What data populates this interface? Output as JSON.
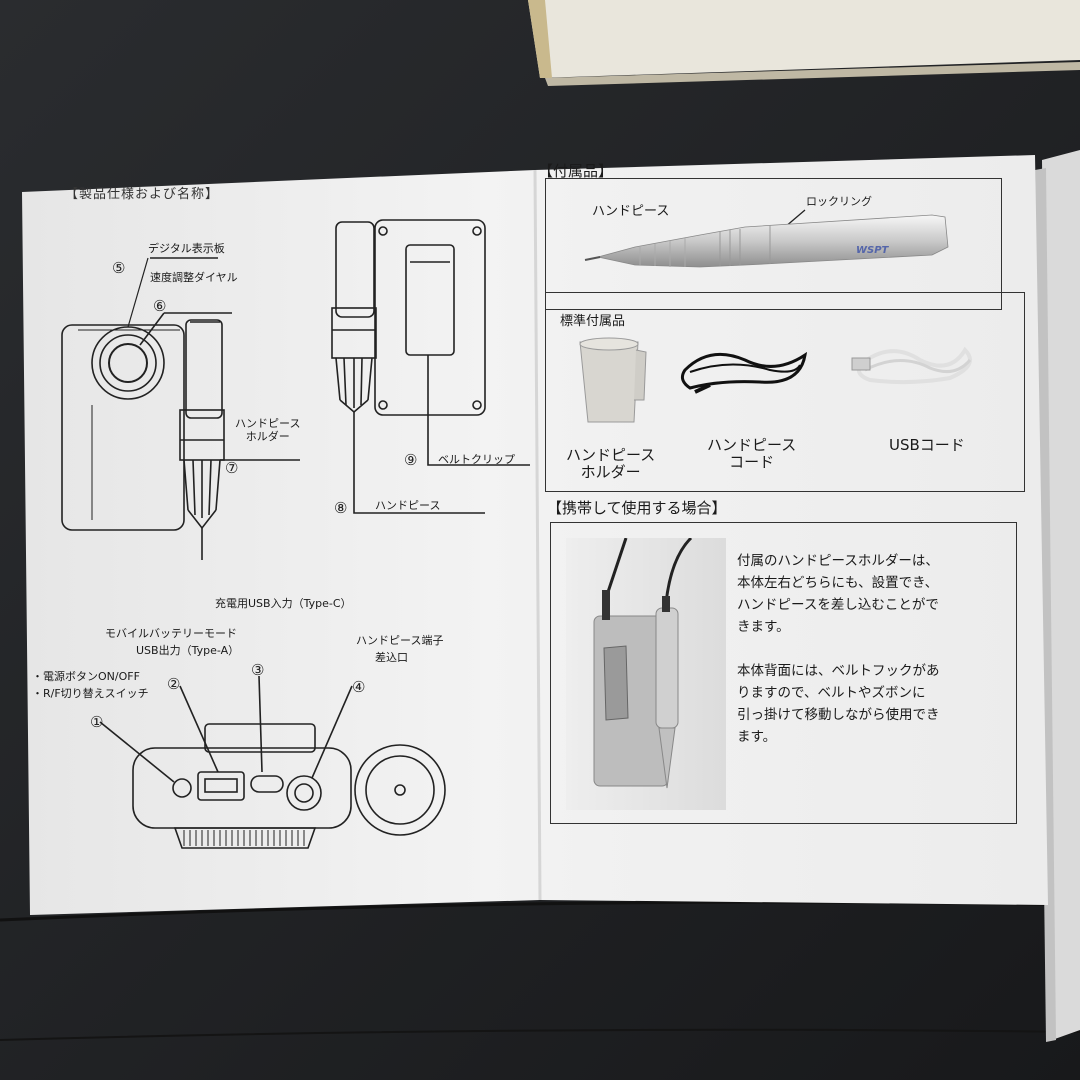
{
  "left_page": {
    "heading": "【製品仕様および名称】",
    "labels": {
      "digital_display": "デジタル表示板",
      "speed_dial": "速度調整ダイヤル",
      "handpiece_holder": "ハンドピース\nホルダー",
      "belt_clip": "ベルトクリップ",
      "handpiece": "ハンドピース",
      "charging_usb": "充電用USB入力（Type-C）",
      "mobile_battery_mode": "モバイルバッテリーモード",
      "usb_output": "USB出力（Type-A）",
      "power_button": "・電源ボタンON/OFF",
      "rf_switch": "・R/F切り替えスイッチ",
      "handpiece_terminal": "ハンドピース端子",
      "insertion_port": "差込口"
    },
    "numbers": {
      "n1": "①",
      "n2": "②",
      "n3": "③",
      "n4": "④",
      "n5": "⑤",
      "n6": "⑥",
      "n7": "⑦",
      "n8": "⑧",
      "n9": "⑨"
    }
  },
  "right_page": {
    "accessories_heading": "【付属品】",
    "handpiece_label": "ハンドピース",
    "lock_ring_label": "ロックリング",
    "brand_mark": "WSPT",
    "standard_heading": "標準付属品",
    "holder_label": "ハンドピース\nホルダー",
    "cord_label": "ハンドピース\nコード",
    "usb_cord_label": "USBコード",
    "portable_heading": "【携帯して使用する場合】",
    "portable_text": "付属のハンドピースホルダーは、\n本体左右どちらにも、設置でき、\nハンドピースを差し込むことがで\nきます。\n\n本体背面には、ベルトフックがあ\nりますので、ベルトやズボンに\n引っ掛けて移動しながら使用でき\nます。"
  },
  "colors": {
    "background": "#1e2023",
    "paper": "#efefef",
    "ink": "#1a1a1a"
  }
}
